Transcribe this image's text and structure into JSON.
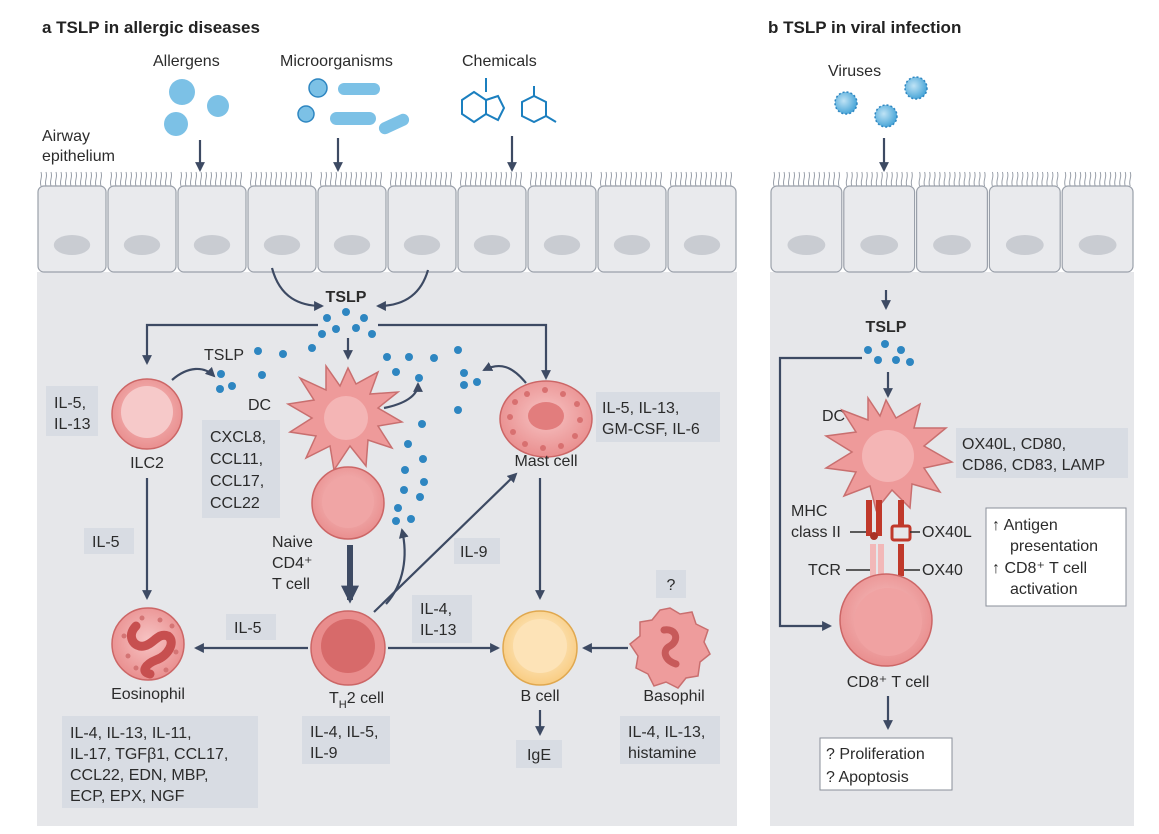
{
  "panel_a": {
    "title": "a  TSLP in allergic diseases",
    "triggers": [
      "Allergens",
      "Microorganisms",
      "Chemicals"
    ],
    "epithelium_label": [
      "Airway",
      "epithelium"
    ],
    "tslp": "TSLP",
    "tslp_small": "TSLP",
    "dc": "DC",
    "ilc2": "ILC2",
    "ilc2_box": [
      "IL-5,",
      "IL-13"
    ],
    "dc_box": [
      "CXCL8,",
      "CCL11,",
      "CCL17,",
      "CCL22"
    ],
    "mast_cell": "Mast cell",
    "mast_box": [
      "IL-5, IL-13,",
      "GM-CSF, IL-6"
    ],
    "naive": [
      "Naive",
      "CD4⁺",
      "T cell"
    ],
    "il5_ilc2": "IL-5",
    "il9": "IL-9",
    "il5_th2": "IL-5",
    "il4_il13": [
      "IL-4,",
      "IL-13"
    ],
    "question": "?",
    "eosinophil": "Eosinophil",
    "th2": "T",
    "th2_sub": "H",
    "th2_rest": "2 cell",
    "b_cell": "B cell",
    "basophil": "Basophil",
    "ige": "IgE",
    "eos_box": [
      "IL-4, IL-13, IL-11,",
      "IL-17, TGFβ1, CCL17,",
      "CCL22, EDN, MBP,",
      "ECP, EPX, NGF"
    ],
    "th2_box": [
      "IL-4, IL-5,",
      "IL-9"
    ],
    "baso_box": [
      "IL-4, IL-13,",
      "histamine"
    ]
  },
  "panel_b": {
    "title": "b  TSLP in viral infection",
    "viruses": "Viruses",
    "tslp": "TSLP",
    "dc": "DC",
    "dc_box": [
      "OX40L, CD80,",
      "CD86, CD83, LAMP"
    ],
    "mhc": [
      "MHC",
      "class II"
    ],
    "ox40l": "OX40L",
    "tcr": "TCR",
    "ox40": "OX40",
    "effects": [
      "↑ Antigen",
      "presentation",
      "↑ CD8⁺ T cell",
      "activation"
    ],
    "cd8": "CD8⁺ T cell",
    "outcomes": [
      "? Proliferation",
      "? Apoptosis"
    ]
  },
  "colors": {
    "arrow": "#3d4a63",
    "tslp_dot": "#2e86c1",
    "cell_pink": "#ef9a9a",
    "epithelium": "#e6e7ea",
    "label_box": "#d8dce3",
    "b_cell": "#fcd79a"
  }
}
